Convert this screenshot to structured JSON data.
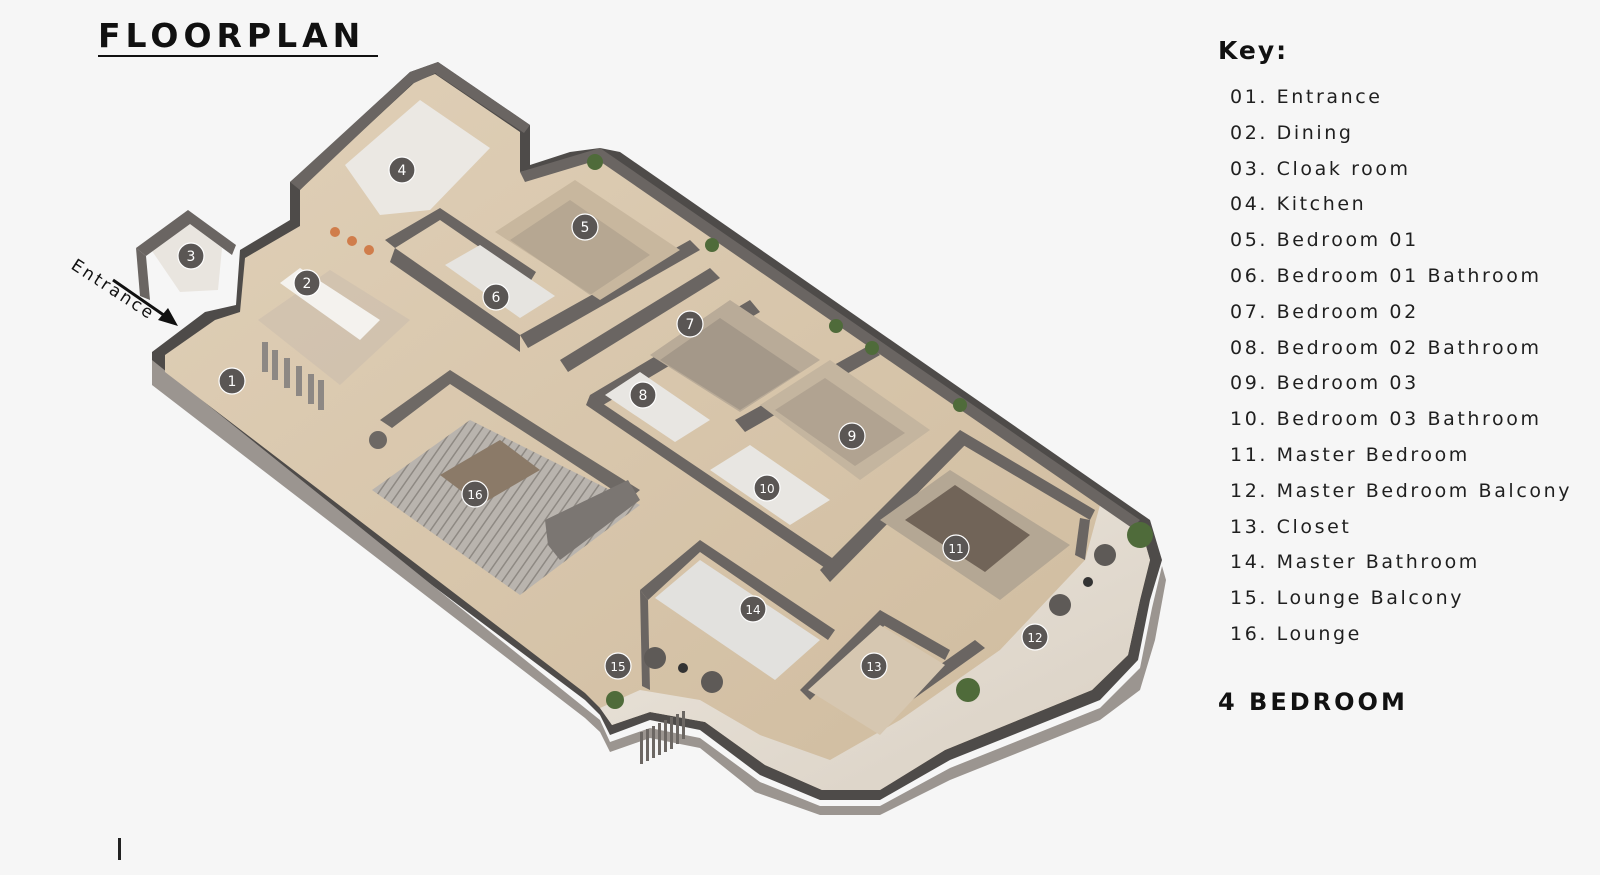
{
  "header": {
    "title": "FLOORPLAN"
  },
  "entrance_label": "Entrance",
  "key": {
    "heading": "Key:",
    "items": [
      "01. Entrance",
      "02. Dining",
      "03. Cloak room",
      "04. Kitchen",
      "05. Bedroom 01",
      "06. Bedroom 01 Bathroom",
      "07. Bedroom 02",
      "08. Bedroom 02 Bathroom",
      "09. Bedroom 03",
      "10. Bedroom 03 Bathroom",
      "11. Master Bedroom",
      "12. Master Bedroom Balcony",
      "13. Closet",
      "14. Master Bathroom",
      "15. Lounge Balcony",
      "16. Lounge"
    ]
  },
  "subtitle": "4 BEDROOM",
  "room_badges": [
    "1",
    "2",
    "3",
    "4",
    "5",
    "6",
    "7",
    "8",
    "9",
    "10",
    "11",
    "12",
    "13",
    "14",
    "15",
    "16"
  ],
  "colors": {
    "background": "#f6f6f6",
    "wall": "#5b5856",
    "floor_wood": "#d8c6ad",
    "floor_tile": "#e7e3dd",
    "badge": "#5a5654",
    "text": "#111111"
  }
}
